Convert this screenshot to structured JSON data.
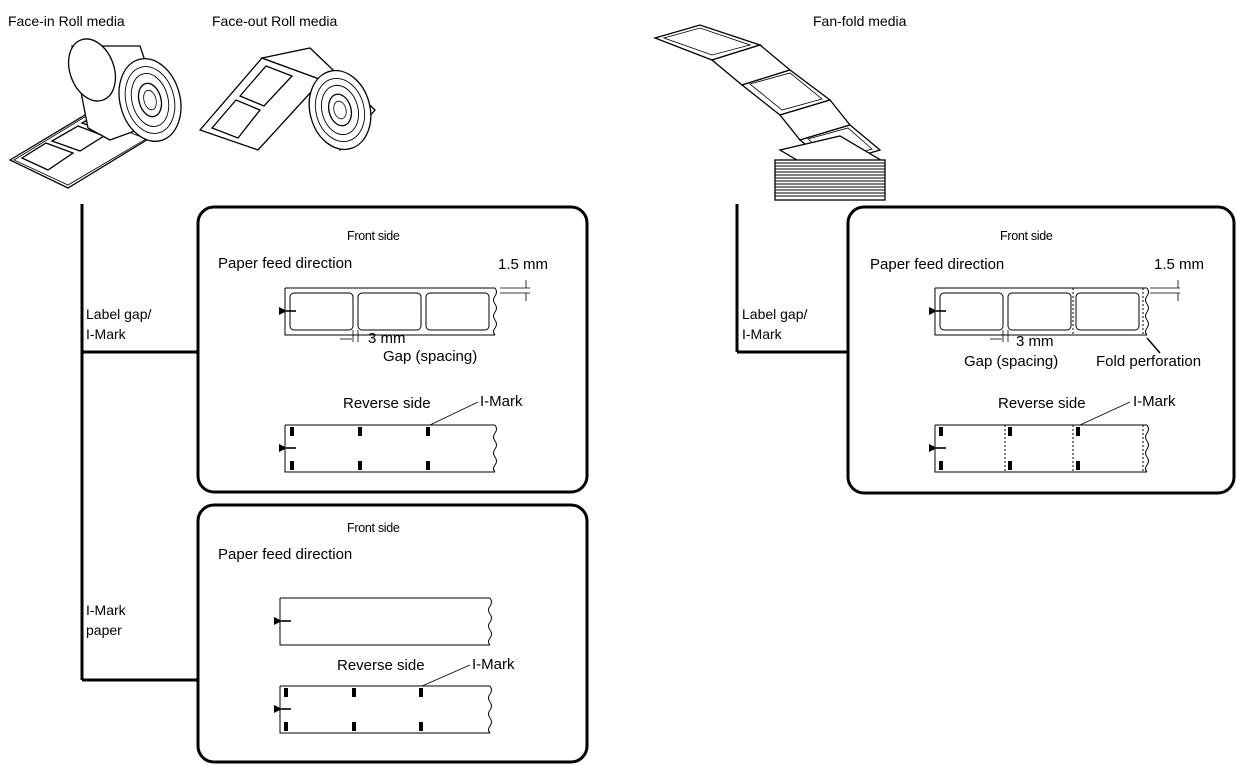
{
  "media": {
    "face_in": "Face-in Roll media",
    "face_out": "Face-out Roll media",
    "fan_fold": "Fan-fold media"
  },
  "roll_panels": {
    "label_gap": {
      "category_line1": "Label gap/",
      "category_line2": "I-Mark",
      "front_side": "Front side",
      "feed_direction": "Paper feed direction",
      "dim_1_5": "1.5 mm",
      "dim_3": "3 mm",
      "gap_label": "Gap (spacing)",
      "reverse_side": "Reverse side",
      "imark": "I-Mark"
    },
    "imark_paper": {
      "category_line1": "I-Mark",
      "category_line2": "paper",
      "front_side": "Front side",
      "feed_direction": "Paper feed direction",
      "reverse_side": "Reverse side",
      "imark": "I-Mark"
    }
  },
  "fanfold_panel": {
    "category_line1": "Label gap/",
    "category_line2": "I-Mark",
    "front_side": "Front side",
    "feed_direction": "Paper feed direction",
    "dim_1_5": "1.5 mm",
    "dim_3": "3 mm",
    "gap_label": "Gap (spacing)",
    "fold_perforation": "Fold perforation",
    "reverse_side": "Reverse side",
    "imark": "I-Mark"
  },
  "icons": [
    "face-in-roll-illustration",
    "face-out-roll-illustration",
    "fan-fold-stack-illustration",
    "feed-arrow-icon"
  ]
}
